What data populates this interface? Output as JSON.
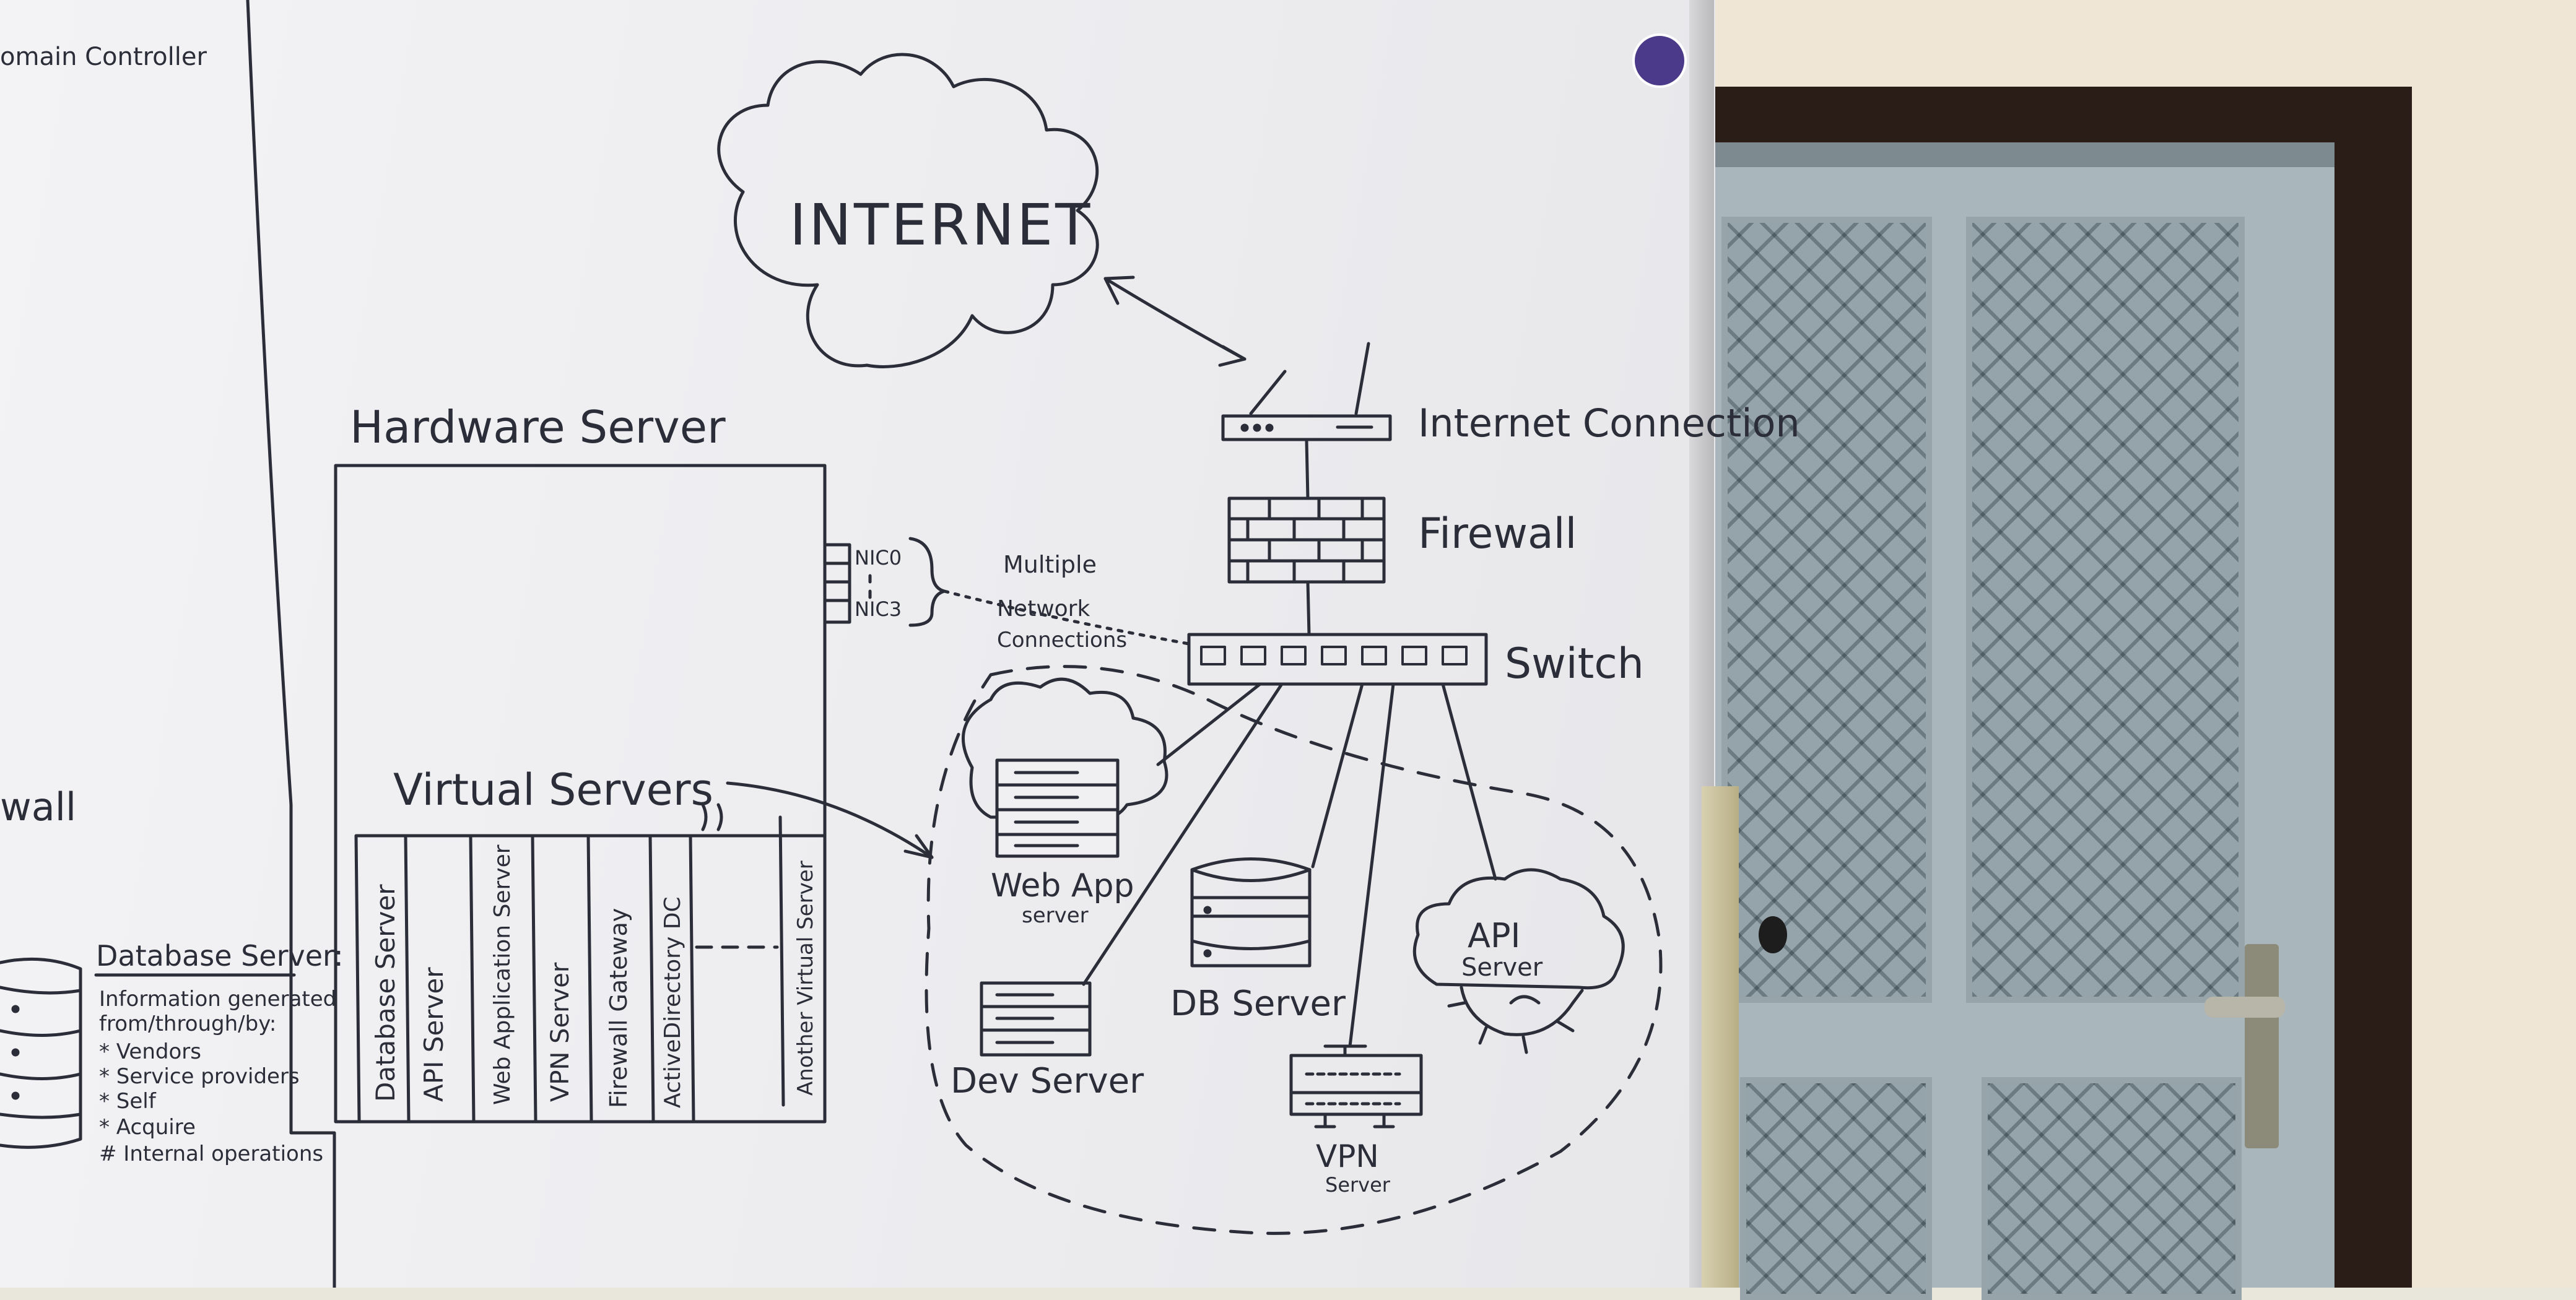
{
  "diagram": {
    "cloud_label": "INTERNET",
    "internet_connection_label": "Internet Connection",
    "firewall_label": "Firewall",
    "switch_label": "Switch",
    "hardware_server_label": "Hardware Server",
    "nic_top": "NIC0",
    "nic_bottom": "NIC3",
    "multiple_network_connections": [
      "Multiple",
      "Network",
      "Connections"
    ],
    "virtual_servers_label": "Virtual Servers",
    "virtual_server_slots": [
      "Database Server",
      "API Server",
      "Web Application Server",
      "VPN Server",
      "Firewall Gateway",
      "ActiveDirectory DC",
      "Another Virtual Server"
    ],
    "web_app_label": [
      "Web App",
      "server"
    ],
    "db_server_label": "DB Server",
    "api_server_label": [
      "API",
      "Server"
    ],
    "dev_server_label": "Dev Server",
    "vpn_label": [
      "VPN",
      "Server"
    ],
    "left_top_text": "omain Controller",
    "left_mid_text": "wall",
    "database_notes": {
      "title": "Database Server:",
      "lines": [
        "Information generated",
        "from/through/by:",
        "* Vendors",
        "* Service providers",
        "* Self",
        "* Acquire",
        "# Internal operations"
      ]
    }
  },
  "colors": {
    "ink": "#2b2d38",
    "board": "#f0f0f3",
    "door": "#a9b6bc",
    "door_frame": "#2a1d18",
    "wall": "#efe6d6"
  }
}
